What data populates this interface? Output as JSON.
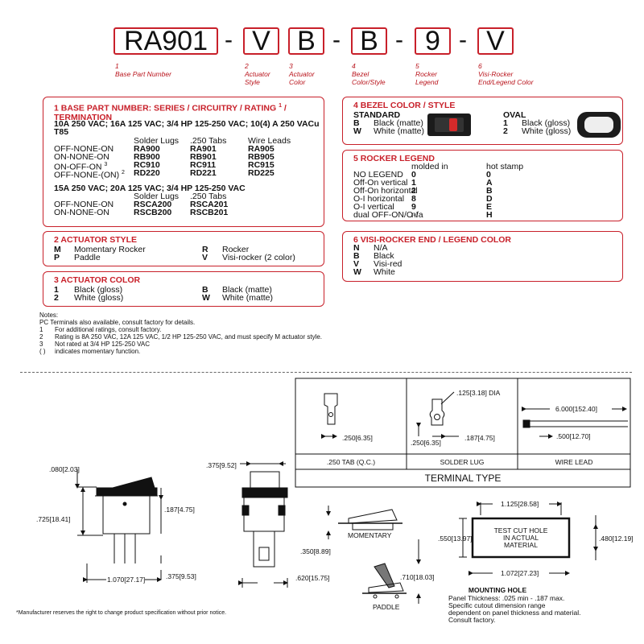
{
  "part_number": {
    "segments": [
      "RA901",
      "V",
      "B",
      "B",
      "9",
      "V"
    ],
    "separator": "-",
    "labels": [
      {
        "num": "1",
        "text1": "Base Part Number",
        "text2": ""
      },
      {
        "num": "2",
        "text1": "Actuator",
        "text2": "Style"
      },
      {
        "num": "3",
        "text1": "Actuator",
        "text2": "Color"
      },
      {
        "num": "4",
        "text1": "Bezel",
        "text2": "Color/Style"
      },
      {
        "num": "5",
        "text1": "Rocker",
        "text2": "Legend"
      },
      {
        "num": "6",
        "text1": "Visi-Rocker",
        "text2": "End/Legend Color"
      }
    ]
  },
  "sec1": {
    "title": "1 BASE PART NUMBER: SERIES / CIRCUITRY / RATING",
    "title_sup": "1",
    "title_tail": " /",
    "title2": "TERMINATION",
    "rating_a": "10A 250 VAC; 16A 125 VAC; 3/4 HP 125-250 VAC; 10(4) A 250 VACu",
    "rating_a2": "T85",
    "cols_a": [
      "Solder Lugs",
      ".250 Tabs",
      "Wire Leads"
    ],
    "rows_a": [
      {
        "label": "OFF-NONE-ON",
        "sup": "",
        "c1": "RA900",
        "c2": "RA901",
        "c3": "RA905"
      },
      {
        "label": "ON-NONE-ON",
        "sup": "",
        "c1": "RB900",
        "c2": "RB901",
        "c3": "RB905"
      },
      {
        "label": "ON-OFF-ON",
        "sup": "3",
        "c1": "RC910",
        "c2": "RC911",
        "c3": "RC915"
      },
      {
        "label": "OFF-NONE-(ON)",
        "sup": "2",
        "c1": "RD220",
        "c2": "RD221",
        "c3": "RD225"
      }
    ],
    "rating_b": "15A 250 VAC; 20A 125 VAC; 3/4 HP 125-250 VAC",
    "cols_b": [
      "Solder Lugs",
      ".250 Tabs"
    ],
    "rows_b": [
      {
        "label": "OFF-NONE-ON",
        "c1": "RSCA200",
        "c2": "RSCA201"
      },
      {
        "label": "ON-NONE-ON",
        "c1": "RSCB200",
        "c2": "RSCB201"
      }
    ]
  },
  "sec2": {
    "title": "2 ACTUATOR STYLE",
    "items": [
      {
        "code": "M",
        "text": "Momentary Rocker"
      },
      {
        "code": "P",
        "text": "Paddle"
      },
      {
        "code": "R",
        "text": "Rocker"
      },
      {
        "code": "V",
        "text": "Visi-rocker (2 color)"
      }
    ]
  },
  "sec3": {
    "title": "3 ACTUATOR COLOR",
    "items": [
      {
        "code": "1",
        "text": "Black (gloss)"
      },
      {
        "code": "2",
        "text": "White (gloss)"
      },
      {
        "code": "B",
        "text": "Black (matte)"
      },
      {
        "code": "W",
        "text": "White (matte)"
      }
    ]
  },
  "sec4": {
    "title": "4 BEZEL COLOR / STYLE",
    "standard": "STANDARD",
    "oval": "OVAL",
    "std_items": [
      {
        "code": "B",
        "text": "Black (matte)"
      },
      {
        "code": "W",
        "text": "White (matte)"
      }
    ],
    "oval_items": [
      {
        "code": "1",
        "text": "Black (gloss)"
      },
      {
        "code": "2",
        "text": "White (gloss)"
      }
    ]
  },
  "sec5": {
    "title": "5 ROCKER LEGEND",
    "col1": "molded in",
    "col2": "hot stamp",
    "rows": [
      {
        "label": "NO LEGEND",
        "m": "0",
        "h": "0"
      },
      {
        "label": "Off-On vertical",
        "m": "1",
        "h": "A"
      },
      {
        "label": "Off-On horizontal",
        "m": "2",
        "h": "B"
      },
      {
        "label": "O-I horizontal",
        "m": "8",
        "h": "D"
      },
      {
        "label": "O-I vertical",
        "m": "9",
        "h": "E"
      },
      {
        "label": "dual OFF-ON/O-I",
        "m": "n/a",
        "h": "H"
      }
    ]
  },
  "sec6": {
    "title": "6 VISI-ROCKER END / LEGEND COLOR",
    "items": [
      {
        "code": "N",
        "text": "N/A"
      },
      {
        "code": "B",
        "text": "Black"
      },
      {
        "code": "V",
        "text": "Visi-red"
      },
      {
        "code": "W",
        "text": "White"
      }
    ]
  },
  "notes": {
    "heading": "Notes:",
    "line0": "PC Terminals also available, consult factory for details.",
    "items": [
      {
        "n": "1",
        "text": "For additional ratings, consult factory."
      },
      {
        "n": "2",
        "text": "Rating is 8A 250 VAC, 12A 125 VAC, 1/2 HP 125-250 VAC, and must specify M actuator style."
      },
      {
        "n": "3",
        "text": "Not rated at 3/4 HP 125-250 VAC"
      },
      {
        "n": "( )",
        "text": "indicates momentary function."
      }
    ]
  },
  "terminal": {
    "title": "TERMINAL TYPE",
    "tab_label": ".250 TAB (Q.C.)",
    "lug_label": "SOLDER LUG",
    "wire_label": "WIRE LEAD",
    "tab_dim": ".250[6.35]",
    "lug_dia": ".125[3.18] DIA",
    "lug_dim1": ".250[6.35]",
    "lug_dim2": ".187[4.75]",
    "wire_dim1": "6.000[152.40]",
    "wire_dim2": ".500[12.70]"
  },
  "drawings": {
    "d_080": ".080[2.03]",
    "d_725": ".725[18.41]",
    "d_187": ".187[4.75]",
    "d_1070": "1.070[27.17]",
    "d_375b": ".375[9.53]",
    "d_375t": ".375[9.52]",
    "d_620": ".620[15.75]",
    "d_350": ".350[8.89]",
    "momentary": "MOMENTARY",
    "d_710": ".710[18.03]",
    "paddle": "PADDLE",
    "d_1125": "1.125[28.58]",
    "d_550": ".550[13.97]",
    "d_480": ".480[12.19]",
    "d_1072": "1.072[27.23]",
    "cut1": "TEST CUT HOLE",
    "cut2": "IN ACTUAL",
    "cut3": "MATERIAL",
    "mount_title": "MOUNTING HOLE",
    "mount1": "Panel Thickness: .025 min - .187 max.",
    "mount2": "Specific cutout dimension range",
    "mount3": "dependent on panel thickness and material.",
    "mount4": "Consult factory."
  },
  "disclaimer": "*Manufacturer reserves the right to change product specification without prior notice."
}
